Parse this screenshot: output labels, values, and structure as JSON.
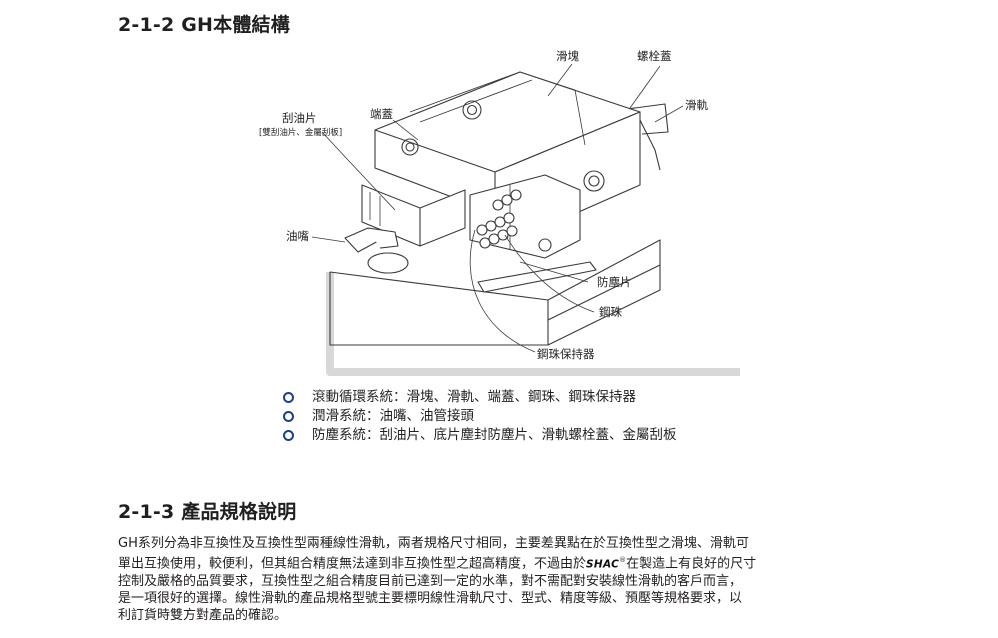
{
  "section1": {
    "title": "2-1-2 GH本體結構",
    "labels": {
      "slider": "滑塊",
      "bolt_cap": "螺栓蓋",
      "rail": "滑軌",
      "wiper": "刮油片",
      "wiper_note": "[雙刮油片、金屬刮板]",
      "end_cap": "端蓋",
      "grease_nipple": "油嘴",
      "dust_seal": "防塵片",
      "steel_ball": "鋼珠",
      "ball_retainer": "鋼珠保持器"
    },
    "bullets": [
      "滾動循環系統：滑塊、滑軌、端蓋、鋼珠、鋼珠保持器",
      "潤滑系統：油嘴、油管接頭",
      "防塵系統：刮油片、底片塵封防塵片、滑軌螺栓蓋、金屬刮板"
    ]
  },
  "section2": {
    "title": "2-1-3 產品規格說明",
    "paragraph": {
      "line1": "GH系列分為非互換性及互換性型兩種線性滑軌，兩者規格尺寸相同，主要差異點在於互換性型之滑塊、滑軌可",
      "line2_a": "單出互換使用，較便利，但其組合精度無法達到非互換性型之超高精度，不過由於",
      "brand": "SHAC",
      "brand_mark": "®",
      "line2_b": "在製造上有良好的尺寸",
      "line3": "控制及嚴格的品質要求，互換性型之組合精度目前已達到一定的水準，對不需配對安裝線性滑軌的客戶而言，",
      "line4": "是一項很好的選擇。線性滑軌的產品規格型號主要標明線性滑軌尺寸、型式、精度等級、預壓等規格要求，以",
      "line5": "利訂貨時雙方對產品的確認。"
    }
  },
  "colors": {
    "bullet": "#1b3f8f",
    "text": "#231f20",
    "line_art": "#3a3a3a"
  }
}
